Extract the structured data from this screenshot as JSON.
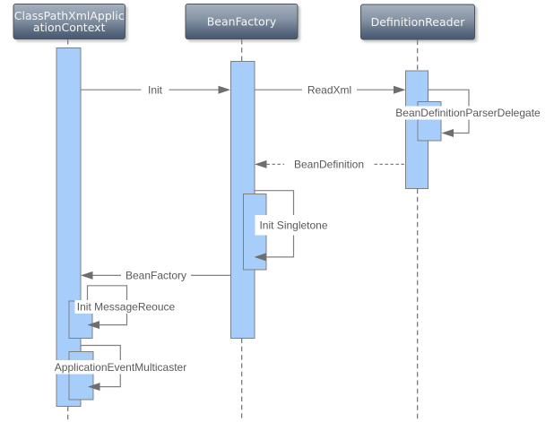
{
  "diagram_type": "uml-sequence-diagram",
  "colors": {
    "background": "#ffffff",
    "activation_fill": "#a7cdfa",
    "activation_stroke": "#7f7f7f",
    "line": "#808080",
    "arrowhead": "#6e6e6e",
    "lifeline": "#6f6f6f",
    "label_text": "#595959",
    "label_bg": "#ffffff",
    "header_text": "#f4f6f8",
    "header_stroke": "#47525f",
    "header_gradient_top": "#a7b1be",
    "header_gradient_mid": "#8492a3",
    "header_gradient_low": "#57677d",
    "header_gradient_bottom": "#475870",
    "shadow": "#999999"
  },
  "participants": [
    {
      "name": "ClassPathXmlApplicationContext",
      "title_line1": "ClassPathXmlApplic",
      "title_line2": "ationContext"
    },
    {
      "name": "BeanFactory",
      "title_line1": "BeanFactory",
      "title_line2": ""
    },
    {
      "name": "DefinitionReader",
      "title_line1": "DefinitionReader",
      "title_line2": ""
    }
  ],
  "messages": [
    {
      "label": "Init",
      "from": "ClassPathXmlApplicationContext",
      "to": "BeanFactory",
      "kind": "call",
      "style": "solid"
    },
    {
      "label": "ReadXml",
      "from": "BeanFactory",
      "to": "DefinitionReader",
      "kind": "call",
      "style": "solid"
    },
    {
      "label": "BeanDefinitionParserDelegate",
      "from": "DefinitionReader",
      "to": "DefinitionReader",
      "kind": "self",
      "style": "solid"
    },
    {
      "label": "BeanDefinition",
      "from": "DefinitionReader",
      "to": "BeanFactory",
      "kind": "return",
      "style": "dashed"
    },
    {
      "label": "Init Singletone",
      "from": "BeanFactory",
      "to": "BeanFactory",
      "kind": "self",
      "style": "solid"
    },
    {
      "label": "BeanFactory",
      "from": "BeanFactory",
      "to": "ClassPathXmlApplicationContext",
      "kind": "return",
      "style": "solid"
    },
    {
      "label": "Init MessageReouce",
      "from": "ClassPathXmlApplicationContext",
      "to": "ClassPathXmlApplicationContext",
      "kind": "self",
      "style": "solid"
    },
    {
      "label": "ApplicationEventMulticaster",
      "from": "ClassPathXmlApplicationContext",
      "to": "ClassPathXmlApplicationContext",
      "kind": "self",
      "style": "solid"
    }
  ]
}
